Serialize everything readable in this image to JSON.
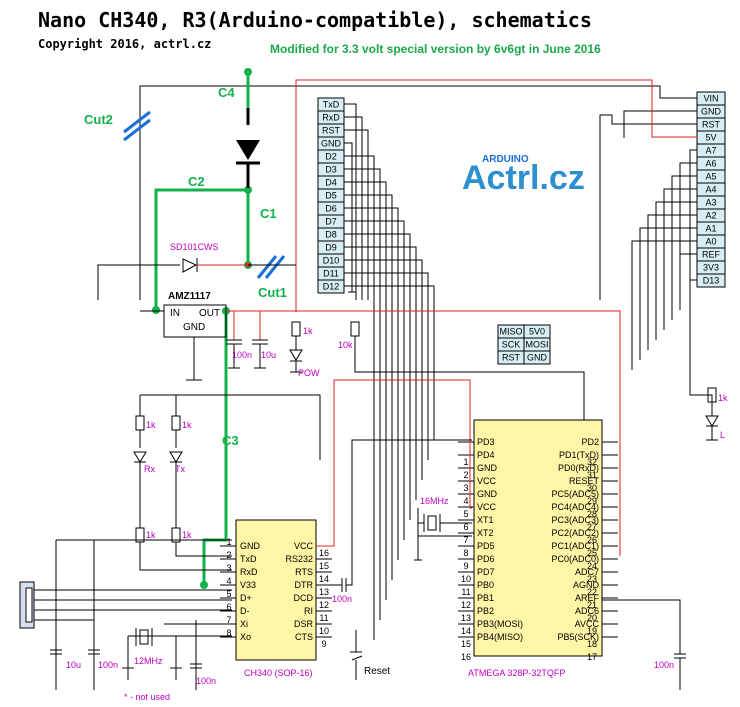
{
  "header": {
    "title": "Nano CH340, R3(Arduino-compatible), schematics",
    "copyright": "Copyright 2016, actrl.cz",
    "modified": "Modified for 3.3 volt special version by 6v6gt in June 2016"
  },
  "logo": {
    "top_text": "ARDUINO",
    "brand": "Actrl.cz"
  },
  "green_labels": {
    "c4": "C4",
    "c2": "C2",
    "c1": "C1",
    "c3": "C3",
    "cut1": "Cut1",
    "cut2": "Cut2"
  },
  "regulator": {
    "name": "AMZ1117",
    "in": "IN",
    "out": "OUT",
    "gnd": "GND"
  },
  "diode_label": "SD101CWS",
  "left_header_pins": [
    "TxD",
    "RxD",
    "RST",
    "GND",
    "D2",
    "D3",
    "D4",
    "D5",
    "D6",
    "D7",
    "D8",
    "D9",
    "D10",
    "D11",
    "D12"
  ],
  "right_header_pins": [
    "VIN",
    "GND",
    "RST",
    "5V",
    "A7",
    "A6",
    "A5",
    "A4",
    "A3",
    "A2",
    "A1",
    "A0",
    "REF",
    "3V3",
    "D13"
  ],
  "icsp": {
    "rows": [
      [
        "MISO",
        "5V0"
      ],
      [
        "SCK",
        "MOSI"
      ],
      [
        "RST",
        "GND"
      ]
    ]
  },
  "ch340": {
    "name": "CH340 (SOP-16)",
    "left_pins": [
      [
        "1",
        "GND"
      ],
      [
        "2",
        "TxD"
      ],
      [
        "3",
        "RxD"
      ],
      [
        "4",
        "V33"
      ],
      [
        "5",
        "D+"
      ],
      [
        "6",
        "D-"
      ],
      [
        "7",
        "Xi"
      ],
      [
        "8",
        "Xo"
      ]
    ],
    "right_pins": [
      [
        "16",
        "VCC"
      ],
      [
        "15",
        "RS232"
      ],
      [
        "14",
        "RTS"
      ],
      [
        "13",
        "DTR"
      ],
      [
        "12",
        "DCD"
      ],
      [
        "11",
        "RI"
      ],
      [
        "10",
        "DSR"
      ],
      [
        "9",
        "CTS"
      ]
    ]
  },
  "atmega": {
    "name": "ATMEGA 328P-32TQFP",
    "left_pins": [
      [
        "",
        "PD3"
      ],
      [
        "1",
        "PD4"
      ],
      [
        "2",
        "GND"
      ],
      [
        "3",
        "VCC"
      ],
      [
        "4",
        "GND"
      ],
      [
        "5",
        "VCC"
      ],
      [
        "6",
        "XT1"
      ],
      [
        "7",
        "XT2"
      ],
      [
        "8",
        "PD5"
      ],
      [
        "9",
        "PD6"
      ],
      [
        "10",
        "PD7"
      ],
      [
        "11",
        "PB0"
      ],
      [
        "12",
        "PB1"
      ],
      [
        "13",
        "PB2"
      ],
      [
        "14",
        "PB3(MOSI)"
      ],
      [
        "15",
        "PB4(MISO)"
      ],
      [
        "16",
        ""
      ]
    ],
    "right_pins": [
      [
        "",
        "PD2"
      ],
      [
        "32",
        "PD1(TxD)"
      ],
      [
        "31",
        "PD0(RxD)"
      ],
      [
        "30",
        "RESET"
      ],
      [
        "29",
        "PC5(ADC5)"
      ],
      [
        "28",
        "PC4(ADC4)"
      ],
      [
        "27",
        "PC3(ADC3)"
      ],
      [
        "26",
        "PC2(ADC2)"
      ],
      [
        "25",
        "PC1(ADC1)"
      ],
      [
        "24",
        "PC0(ADC0)"
      ],
      [
        "23",
        "ADC7"
      ],
      [
        "22",
        "AGND"
      ],
      [
        "21",
        "AREF"
      ],
      [
        "20",
        "ADC6"
      ],
      [
        "19",
        "AVCC"
      ],
      [
        "18",
        "PB5(SCK)"
      ],
      [
        "17",
        ""
      ]
    ]
  },
  "components": {
    "c100n_a": "100n",
    "c10u_a": "10u",
    "r1k_pow": "1k",
    "pow": "POW",
    "r10k": "10k",
    "r1k_rx": "1k",
    "r1k_tx": "1k",
    "rx": "Rx",
    "tx": "Tx",
    "r1k_b1": "1k",
    "r1k_b2": "1k",
    "c10u_b": "10u",
    "c100n_b": "100n",
    "c100n_c": "100n",
    "c100n_d": "100n",
    "c100n_e": "100n",
    "xtal12": "12MHz",
    "xtal16": "16MHz",
    "r1k_l": "1k",
    "led_l": "L",
    "reset": "Reset",
    "not_used": "* - not used"
  }
}
